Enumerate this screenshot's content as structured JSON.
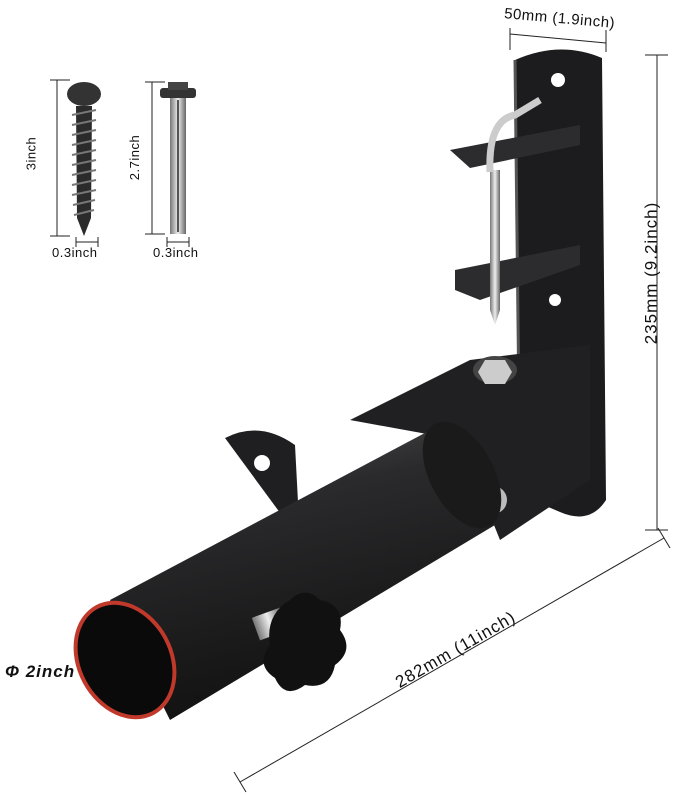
{
  "dimensions": {
    "plate_width": "50mm (1.9inch)",
    "plate_height": "235mm (9.2inch)",
    "total_length": "282mm (11inch)",
    "tube_diameter": "Φ 2inch"
  },
  "hardware": {
    "wood_screw": {
      "length": "3inch",
      "width": "0.3inch"
    },
    "expansion_bolt": {
      "length": "2.7inch",
      "width": "0.3inch"
    }
  },
  "colors": {
    "metal": "#1c1c1e",
    "tube_rim": "#c0392b",
    "steel": "#b9b9b9"
  }
}
